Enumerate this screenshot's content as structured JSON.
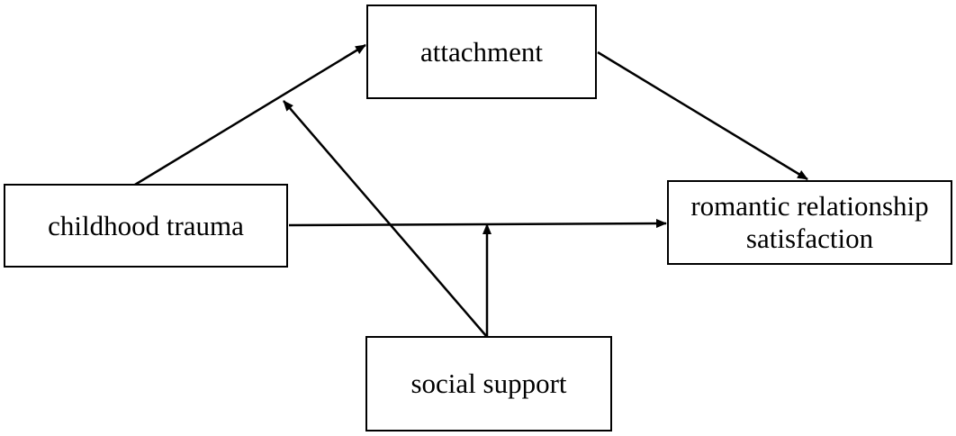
{
  "nodes": {
    "attachment": "attachment",
    "childhood_trauma": "childhood trauma",
    "romantic_relationship_satisfaction": "romantic relationship\nsatisfaction",
    "social_support": "social support"
  },
  "edges": [
    {
      "from": "childhood_trauma",
      "to": "attachment"
    },
    {
      "from": "attachment",
      "to": "romantic_relationship_satisfaction"
    },
    {
      "from": "childhood_trauma",
      "to": "romantic_relationship_satisfaction"
    },
    {
      "from": "social_support",
      "to": "path childhood_trauma → attachment"
    },
    {
      "from": "social_support",
      "to": "path childhood_trauma → romantic_relationship_satisfaction"
    }
  ],
  "colors": {
    "line": "#000000",
    "box_border": "#000000",
    "background": "#ffffff"
  }
}
